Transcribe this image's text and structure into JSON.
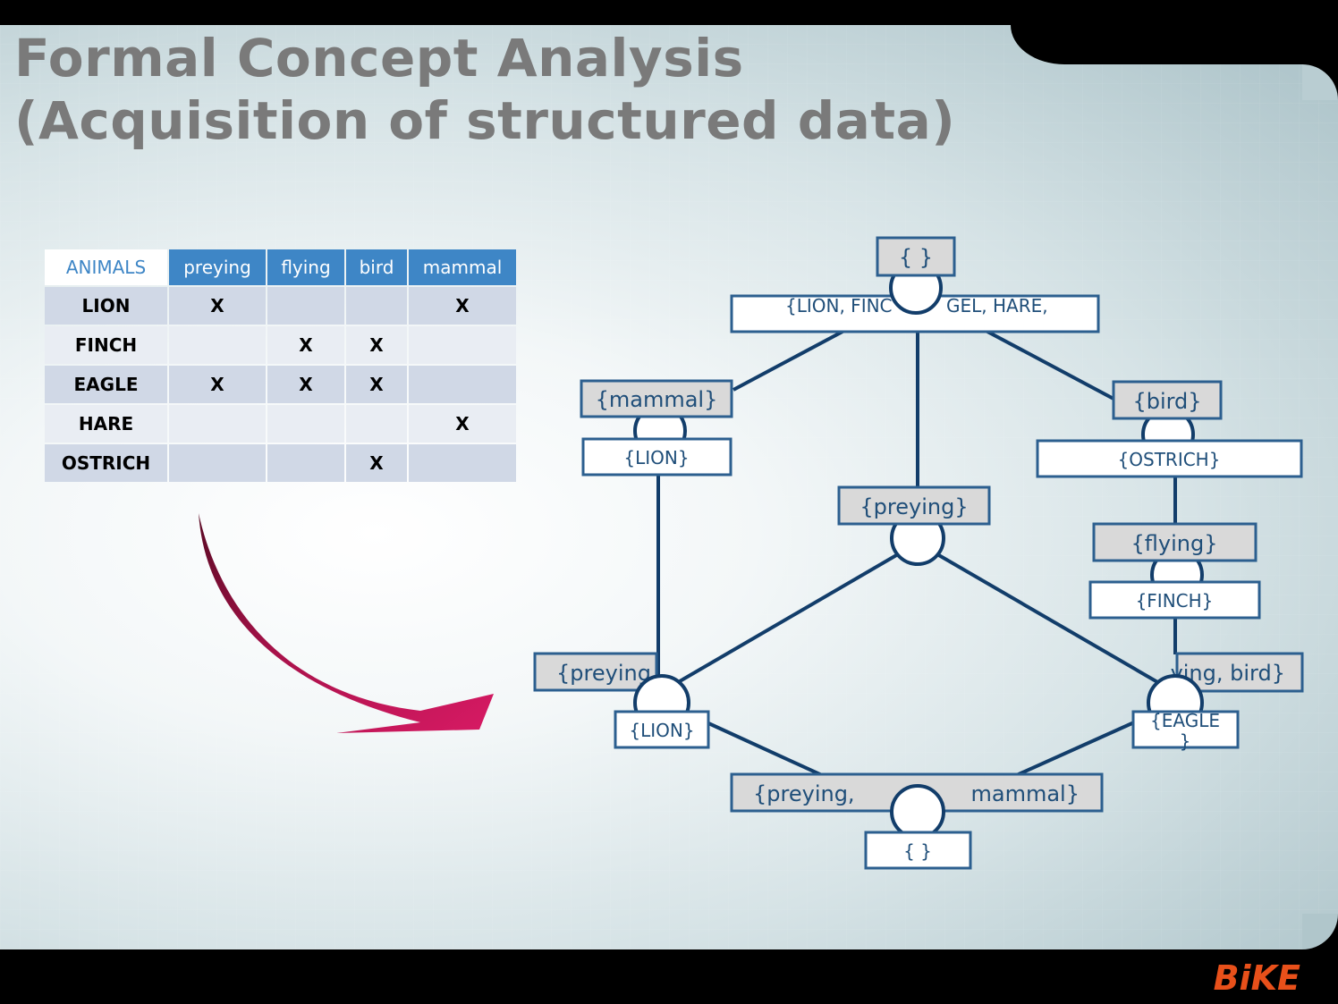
{
  "title": {
    "line1": "Formal Concept Analysis",
    "line2": "(Acquisition of structured data)"
  },
  "context_table": {
    "corner": "ANIMALS",
    "attributes": [
      "preying",
      "flying",
      "bird",
      "mammal"
    ],
    "rows": [
      {
        "object": "LION",
        "cells": [
          "X",
          "",
          "",
          "X"
        ]
      },
      {
        "object": "FINCH",
        "cells": [
          "",
          "X",
          "X",
          ""
        ]
      },
      {
        "object": "EAGLE",
        "cells": [
          "X",
          "X",
          "X",
          ""
        ]
      },
      {
        "object": "HARE",
        "cells": [
          "",
          "",
          "",
          "X"
        ]
      },
      {
        "object": "OSTRICH",
        "cells": [
          "",
          "",
          "X",
          ""
        ]
      }
    ]
  },
  "lattice": {
    "top": {
      "intent": "{ }",
      "extent": "{LION, FINC",
      "extent_tail": "GEL, HARE,"
    },
    "mammal": {
      "intent": "{mammal}",
      "extent": "{LION}"
    },
    "bird": {
      "intent": "{bird}",
      "extent": "{OSTRICH}"
    },
    "preying": {
      "intent": "{preying}"
    },
    "flying": {
      "intent": "{flying}",
      "extent": "{FINCH}"
    },
    "preying_mammal": {
      "intent": "{preying",
      "extent": "{LION}"
    },
    "preying_flying_bird": {
      "intent": "ying, bird}",
      "extent_line1": "{EAGLE",
      "extent_line2": "}"
    },
    "bottom": {
      "intent_left": "{preying,",
      "intent_right": "mammal}",
      "extent": "{ }"
    }
  },
  "colors": {
    "title": "#7a7a7a",
    "table_header": "#3e86c6",
    "node_stroke": "#1f4e79",
    "arrow": "#c8145a",
    "brand": "#e8501a"
  },
  "brand": "BiKE"
}
